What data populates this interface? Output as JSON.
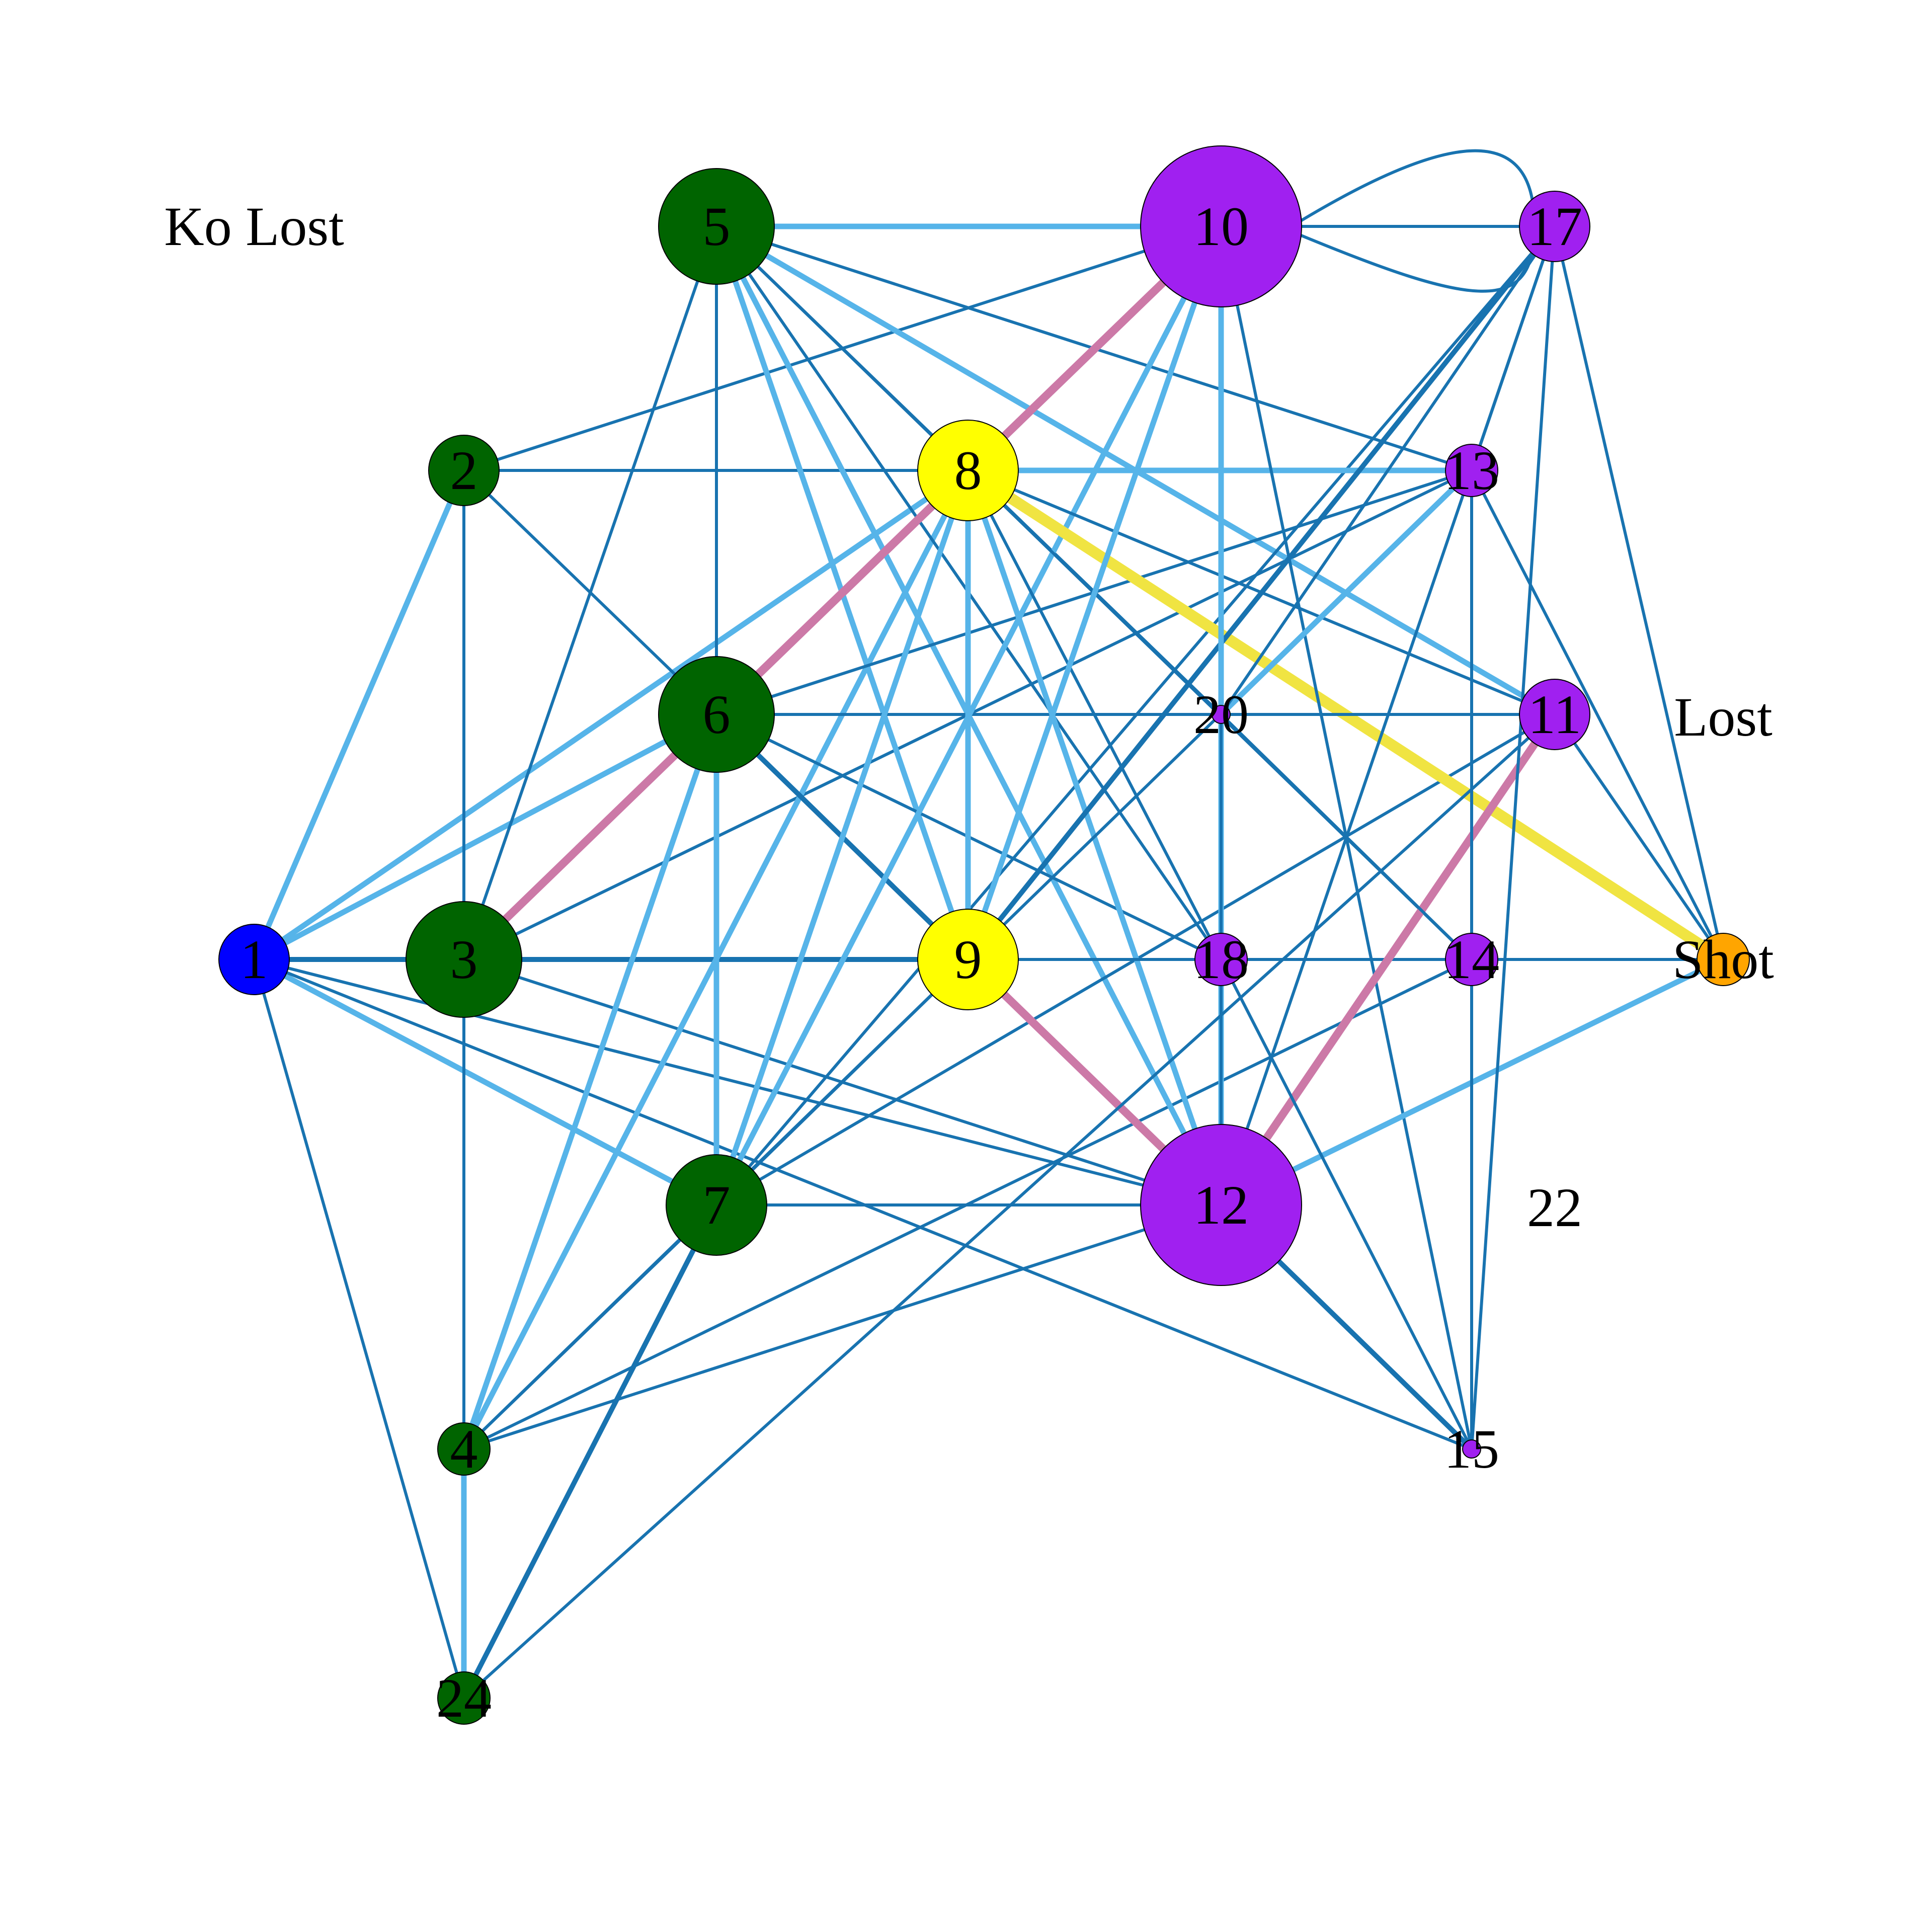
{
  "colors": {
    "edge_dark": "#1873B0",
    "edge_light": "#56B4E9",
    "edge_pink": "#CC79A7",
    "edge_yellow": "#F0E442",
    "node_blue": "#0000FF",
    "node_green": "#006400",
    "node_yellow": "#FFFF00",
    "node_purple": "#A020F0",
    "node_orange": "#FFA500"
  },
  "nodes": [
    {
      "id": "1",
      "label": "1",
      "color": "#0000FF",
      "size": "small"
    },
    {
      "id": "2",
      "label": "2",
      "color": "#006400",
      "size": "small"
    },
    {
      "id": "3",
      "label": "3",
      "color": "#006400",
      "size": "large"
    },
    {
      "id": "4",
      "label": "4",
      "color": "#006400",
      "size": "tiny"
    },
    {
      "id": "5",
      "label": "5",
      "color": "#006400",
      "size": "large"
    },
    {
      "id": "6",
      "label": "6",
      "color": "#006400",
      "size": "large"
    },
    {
      "id": "7",
      "label": "7",
      "color": "#006400",
      "size": "medium"
    },
    {
      "id": "8",
      "label": "8",
      "color": "#FFFF00",
      "size": "medium"
    },
    {
      "id": "9",
      "label": "9",
      "color": "#FFFF00",
      "size": "medium"
    },
    {
      "id": "10",
      "label": "10",
      "color": "#A020F0",
      "size": "xlarge"
    },
    {
      "id": "11",
      "label": "11",
      "color": "#A020F0",
      "size": "small"
    },
    {
      "id": "12",
      "label": "12",
      "color": "#A020F0",
      "size": "xlarge"
    },
    {
      "id": "13",
      "label": "13",
      "color": "#A020F0",
      "size": "tiny"
    },
    {
      "id": "14",
      "label": "14",
      "color": "#A020F0",
      "size": "tiny"
    },
    {
      "id": "15",
      "label": "15",
      "color": "#A020F0",
      "size": "dot"
    },
    {
      "id": "17",
      "label": "17",
      "color": "#A020F0",
      "size": "small"
    },
    {
      "id": "18",
      "label": "18",
      "color": "#A020F0",
      "size": "tiny"
    },
    {
      "id": "20",
      "label": "20",
      "color": "#A020F0",
      "size": "dot"
    },
    {
      "id": "24",
      "label": "24",
      "color": "#006400",
      "size": "tiny"
    },
    {
      "id": "Shot",
      "label": "Shot",
      "color": "#FFA500",
      "size": "tiny"
    }
  ],
  "free_labels": [
    {
      "id": "ko-lost",
      "text": "Ko Lost"
    },
    {
      "id": "lost",
      "text": "Lost"
    },
    {
      "id": "22",
      "text": "22"
    }
  ],
  "edges": [
    {
      "from": "1",
      "to": "2",
      "style": "light"
    },
    {
      "from": "1",
      "to": "3",
      "style": "thick_dark"
    },
    {
      "from": "1",
      "to": "6",
      "style": "light"
    },
    {
      "from": "1",
      "to": "7",
      "style": "light"
    },
    {
      "from": "1",
      "to": "8",
      "style": "light"
    },
    {
      "from": "1",
      "to": "12",
      "style": "dark"
    },
    {
      "from": "1",
      "to": "15",
      "style": "dark"
    },
    {
      "from": "1",
      "to": "24",
      "style": "dark"
    },
    {
      "from": "2",
      "to": "3",
      "style": "dark"
    },
    {
      "from": "2",
      "to": "6",
      "style": "dark"
    },
    {
      "from": "2",
      "to": "8",
      "style": "dark"
    },
    {
      "from": "2",
      "to": "10",
      "style": "dark"
    },
    {
      "from": "3",
      "to": "5",
      "style": "dark"
    },
    {
      "from": "3",
      "to": "8",
      "style": "dark"
    },
    {
      "from": "3",
      "to": "9",
      "style": "thick_dark"
    },
    {
      "from": "3",
      "to": "10",
      "style": "pink"
    },
    {
      "from": "3",
      "to": "4",
      "style": "dark"
    },
    {
      "from": "3",
      "to": "12",
      "style": "dark"
    },
    {
      "from": "3",
      "to": "13",
      "style": "dark"
    },
    {
      "from": "4",
      "to": "6",
      "style": "light"
    },
    {
      "from": "4",
      "to": "7",
      "style": "dark"
    },
    {
      "from": "4",
      "to": "8",
      "style": "light"
    },
    {
      "from": "4",
      "to": "9",
      "style": "dark"
    },
    {
      "from": "4",
      "to": "12",
      "style": "dark"
    },
    {
      "from": "4",
      "to": "14",
      "style": "dark"
    },
    {
      "from": "4",
      "to": "24",
      "style": "light"
    },
    {
      "from": "5",
      "to": "6",
      "style": "dark"
    },
    {
      "from": "5",
      "to": "9",
      "style": "light"
    },
    {
      "from": "5",
      "to": "10",
      "style": "light"
    },
    {
      "from": "5",
      "to": "11",
      "style": "light"
    },
    {
      "from": "5",
      "to": "12",
      "style": "light"
    },
    {
      "from": "5",
      "to": "13",
      "style": "dark"
    },
    {
      "from": "5",
      "to": "14",
      "style": "dark"
    },
    {
      "from": "5",
      "to": "18",
      "style": "dark"
    },
    {
      "from": "5",
      "to": "20",
      "style": "dark"
    },
    {
      "from": "6",
      "to": "7",
      "style": "light"
    },
    {
      "from": "6",
      "to": "9",
      "style": "thick_dark"
    },
    {
      "from": "6",
      "to": "11",
      "style": "dark"
    },
    {
      "from": "6",
      "to": "18",
      "style": "dark"
    },
    {
      "from": "6",
      "to": "13",
      "style": "dark"
    },
    {
      "from": "7",
      "to": "8",
      "style": "light"
    },
    {
      "from": "7",
      "to": "9",
      "style": "dark"
    },
    {
      "from": "7",
      "to": "10",
      "style": "light"
    },
    {
      "from": "7",
      "to": "12",
      "style": "dark"
    },
    {
      "from": "7",
      "to": "17",
      "style": "dark"
    },
    {
      "from": "7",
      "to": "11",
      "style": "dark"
    },
    {
      "from": "7",
      "to": "24",
      "style": "thick_dark"
    },
    {
      "from": "8",
      "to": "9",
      "style": "light"
    },
    {
      "from": "8",
      "to": "12",
      "style": "light"
    },
    {
      "from": "8",
      "to": "13",
      "style": "light"
    },
    {
      "from": "8",
      "to": "14",
      "style": "dark"
    },
    {
      "from": "8",
      "to": "18",
      "style": "dark"
    },
    {
      "from": "8",
      "to": "11",
      "style": "dark"
    },
    {
      "from": "8",
      "to": "Shot",
      "style": "yellow"
    },
    {
      "from": "9",
      "to": "10",
      "style": "light"
    },
    {
      "from": "9",
      "to": "12",
      "style": "pink"
    },
    {
      "from": "9",
      "to": "Shot",
      "style": "dark"
    },
    {
      "from": "9",
      "to": "17",
      "style": "thick_dark"
    },
    {
      "from": "9",
      "to": "13",
      "style": "dark"
    },
    {
      "from": "10",
      "to": "17",
      "style": "dark"
    },
    {
      "from": "10",
      "to": "12",
      "style": "light"
    },
    {
      "from": "10",
      "to": "15",
      "style": "dark"
    },
    {
      "from": "12",
      "to": "11",
      "style": "pink"
    },
    {
      "from": "12",
      "to": "17",
      "style": "dark"
    },
    {
      "from": "12",
      "to": "15",
      "style": "thick_dark"
    },
    {
      "from": "12",
      "to": "Shot",
      "style": "light"
    },
    {
      "from": "12",
      "to": "20",
      "style": "dark"
    },
    {
      "from": "13",
      "to": "15",
      "style": "dark"
    },
    {
      "from": "13",
      "to": "20",
      "style": "light"
    },
    {
      "from": "13",
      "to": "Shot",
      "style": "dark"
    },
    {
      "from": "17",
      "to": "15",
      "style": "dark"
    },
    {
      "from": "17",
      "to": "20",
      "style": "dark"
    },
    {
      "from": "17",
      "to": "Shot",
      "style": "dark"
    },
    {
      "from": "17",
      "to": "13",
      "style": "dark"
    },
    {
      "from": "11",
      "to": "20",
      "style": "dark"
    },
    {
      "from": "11",
      "to": "Shot",
      "style": "dark"
    },
    {
      "from": "20",
      "to": "14",
      "style": "dark"
    },
    {
      "from": "18",
      "to": "15",
      "style": "dark"
    },
    {
      "from": "24",
      "to": "11",
      "style": "dark"
    },
    {
      "from": "6",
      "to": "10",
      "style": "pink"
    }
  ],
  "self_loops": [
    {
      "node": "10",
      "to": "17",
      "style": "dark"
    }
  ]
}
